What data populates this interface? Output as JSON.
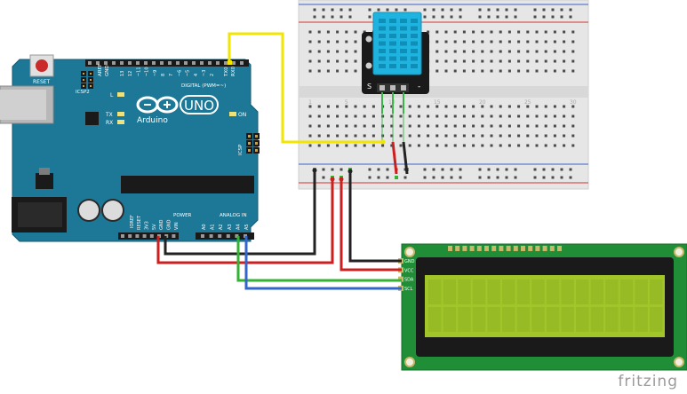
{
  "diagram": {
    "watermark": "fritzing",
    "arduino": {
      "brand": "Arduino",
      "model": "UNO",
      "reset_label": "RESET",
      "icsp2_label": "ICSP2",
      "icsp_label": "ICSP",
      "led_l": "L",
      "led_tx": "TX",
      "led_rx": "RX",
      "on_label": "ON",
      "digital_label": "DIGITAL (PWM=~)",
      "aref_label": "AREF",
      "gnd_label": "GND",
      "power_label": "POWER",
      "analog_label": "ANALOG IN",
      "tx_pin_label": "TX0",
      "rx_pin_label": "RX0",
      "ioref_label": "IOREF",
      "digital_pins": [
        "13",
        "12",
        "~11",
        "~10",
        "~9",
        "8",
        "7",
        "~6",
        "~5",
        "4",
        "~3",
        "2"
      ],
      "power_pins": [
        "RESET",
        "3V3",
        "5V",
        "GND",
        "GND",
        "VIN"
      ],
      "analog_pins": [
        "A0",
        "A1",
        "A2",
        "A3",
        "A4",
        "A5"
      ]
    },
    "sensor": {
      "pin_label": "S",
      "minus_label": "-"
    },
    "breadboard": {
      "row_labels": [
        "1",
        "5",
        "10",
        "15",
        "20",
        "25",
        "30"
      ]
    },
    "lcd": {
      "pins": [
        "GND",
        "VCC",
        "SDA",
        "SCL"
      ]
    },
    "wires": [
      {
        "from": "Arduino pin 2",
        "to": "Sensor signal",
        "color": "#f2e600"
      },
      {
        "from": "Arduino 5V",
        "to": "Breadboard power rail",
        "color": "#cc1f1f"
      },
      {
        "from": "Arduino GND",
        "to": "Breadboard ground rail",
        "color": "#222222"
      },
      {
        "from": "Arduino A4",
        "to": "LCD SDA",
        "color": "#33b233"
      },
      {
        "from": "Arduino A5",
        "to": "LCD SCL",
        "color": "#3366cc"
      },
      {
        "from": "Breadboard rail",
        "to": "LCD GND",
        "color": "#222222"
      },
      {
        "from": "Breadboard rail",
        "to": "LCD VCC",
        "color": "#cc1f1f"
      }
    ]
  }
}
